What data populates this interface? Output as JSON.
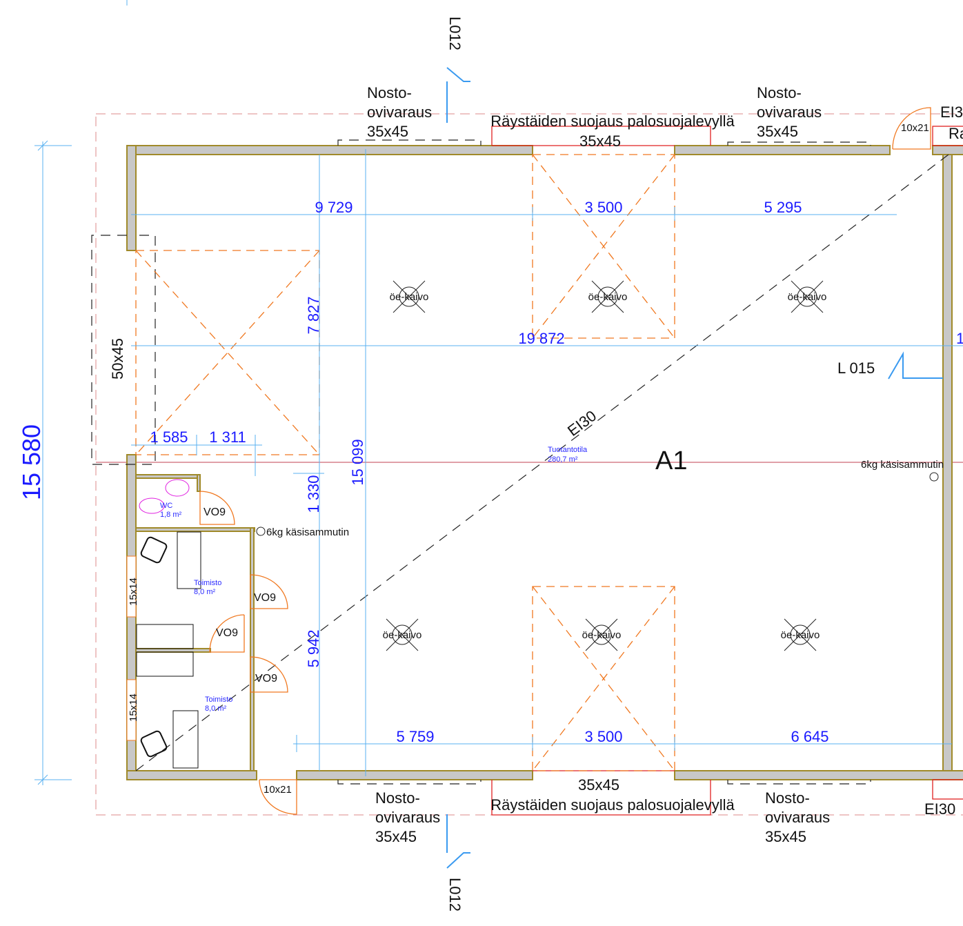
{
  "plan": {
    "space_id": "A1",
    "overall_dimension": "15 580",
    "section_marker_top": "L012",
    "section_marker_bottom": "L012",
    "section_marker_right": "L 015",
    "fire_class_diagonal": "EI30",
    "fire_class_top_right": "EI3",
    "fire_class_bottom_right": "EI30",
    "top_right_cut_text": "Ra",
    "top_labels": {
      "hoist_left": [
        "Nosto-",
        "ovivaraus",
        "35x45"
      ],
      "hoist_right": [
        "Nosto-",
        "ovivaraus",
        "35x45"
      ],
      "eaves": "Räystäiden suojaus palosuojalevyllä",
      "eaves_size": "35x45",
      "door_top_right": "10x21"
    },
    "bottom_labels": {
      "hoist_left": [
        "Nosto-",
        "ovivaraus",
        "35x45"
      ],
      "hoist_right": [
        "Nosto-",
        "ovivaraus",
        "35x45"
      ],
      "eaves": "Räystäiden suojaus palosuojalevyllä",
      "eaves_size": "35x45",
      "door_bottom": "10x21"
    },
    "left_opening": "50x45",
    "windows": [
      "15x14",
      "15x14"
    ],
    "doors": [
      "VO9",
      "VO9",
      "VO9",
      "VO9"
    ],
    "extinguisher": "6kg käsisammutin",
    "drain": "öe-kaivo",
    "dimensions": {
      "top": [
        "9 729",
        "3 500",
        "5 295"
      ],
      "middle": "19 872",
      "bottom": [
        "5 759",
        "3 500",
        "6 645"
      ],
      "left_small": [
        "1 585",
        "1 311"
      ],
      "vertical": [
        "7 827",
        "15 099",
        "1 330",
        "5 942"
      ],
      "right_cut": "1"
    },
    "rooms": [
      {
        "name": "Tuotantotila",
        "area": "280,7 m²"
      },
      {
        "name": "WC",
        "area": "1,8 m²"
      },
      {
        "name": "Toimisto",
        "area": "8,0 m²"
      },
      {
        "name": "Toimisto",
        "area": "8,0 m²"
      }
    ]
  },
  "colors": {
    "dimension": "#1a1aff",
    "dim_line": "#5ab0f0",
    "orange": "#f07820",
    "wall_edge": "#a08a2a",
    "red": "#e02020"
  }
}
